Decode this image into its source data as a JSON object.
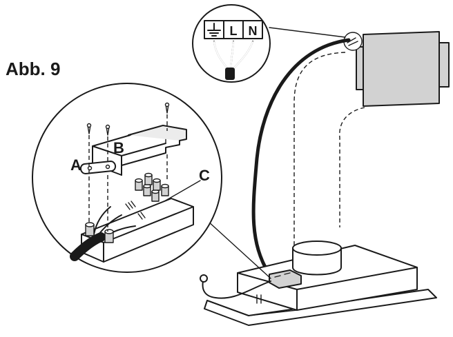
{
  "figure": {
    "title": "Abb. 9",
    "callouts": {
      "a": "A",
      "b": "B",
      "c": "C"
    },
    "terminal_labels": [
      "L",
      "N"
    ],
    "terminal_symbols": [
      "ground-symbol-icon"
    ]
  }
}
